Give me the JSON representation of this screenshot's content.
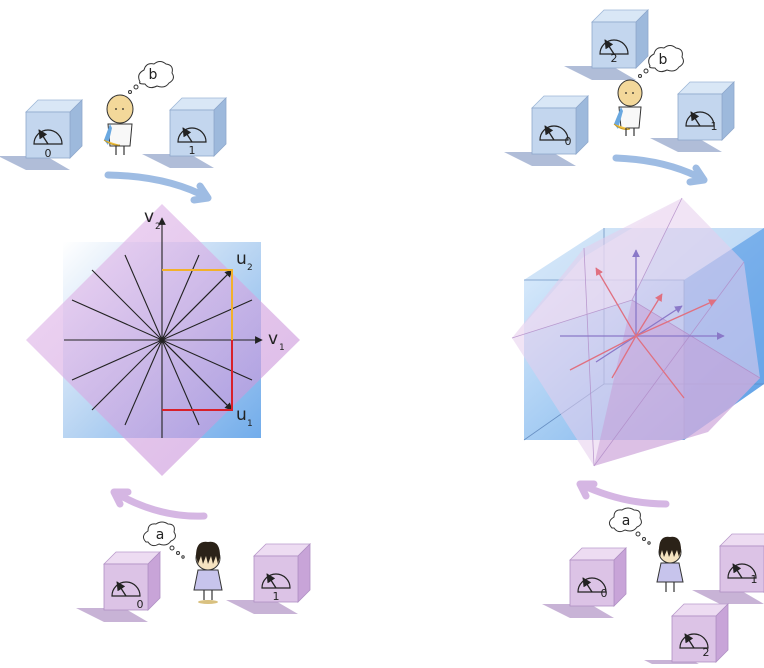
{
  "left_panel": {
    "bob_thought": "b",
    "alice_thought": "a",
    "bob_dials": [
      "0",
      "1"
    ],
    "alice_dials": [
      "0",
      "1"
    ],
    "v_axis_label": "v",
    "v_axis_subscripts": [
      "2",
      "1"
    ],
    "u_axis_label": "u",
    "u_axis_subscripts": [
      "2",
      "1"
    ]
  },
  "right_panel": {
    "bob_thought": "b",
    "alice_thought": "a",
    "bob_dials": [
      "2",
      "0",
      "1"
    ],
    "alice_dials": [
      "0",
      "1",
      "2"
    ]
  },
  "colors": {
    "blue_cube": "#b4cbe6",
    "pink_cube": "#dcc3e6",
    "blue_plane": "#6aa8ea",
    "pink_plane": "#d6a4e4",
    "arrow_blue": "#93b5e0",
    "arrow_pink": "#d0aee0",
    "red_path": "#d8202a",
    "orange_path": "#f2b12a"
  }
}
